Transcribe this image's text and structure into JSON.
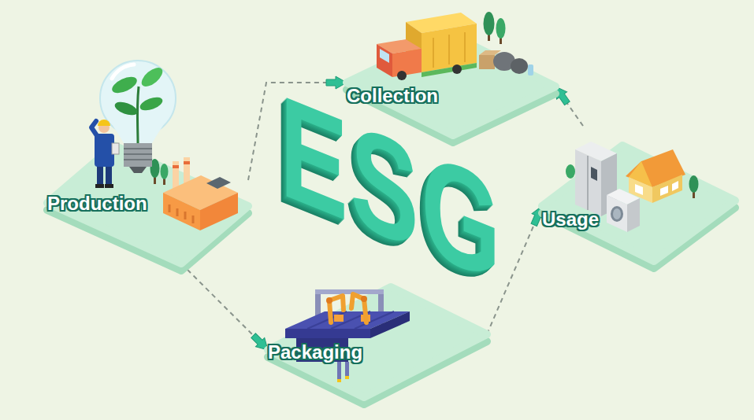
{
  "diagram": {
    "nodes": [
      {
        "text": [
          "Collection"
        ]
      },
      {
        "text": [
          "Production"
        ]
      },
      {
        "text": [
          "Usage"
        ]
      },
      {
        "text": [
          "Packaging"
        ]
      }
    ],
    "edges": [
      {
        "from": 1,
        "to": 3,
        "arrow": "to"
      },
      {
        "from": 3,
        "to": 2,
        "arrow": "to"
      },
      {
        "from": 2,
        "to": 0,
        "arrow": "to"
      },
      {
        "from": 1,
        "to": 0,
        "arrow": "to"
      }
    ],
    "labels": [
      "ESG"
    ]
  }
}
